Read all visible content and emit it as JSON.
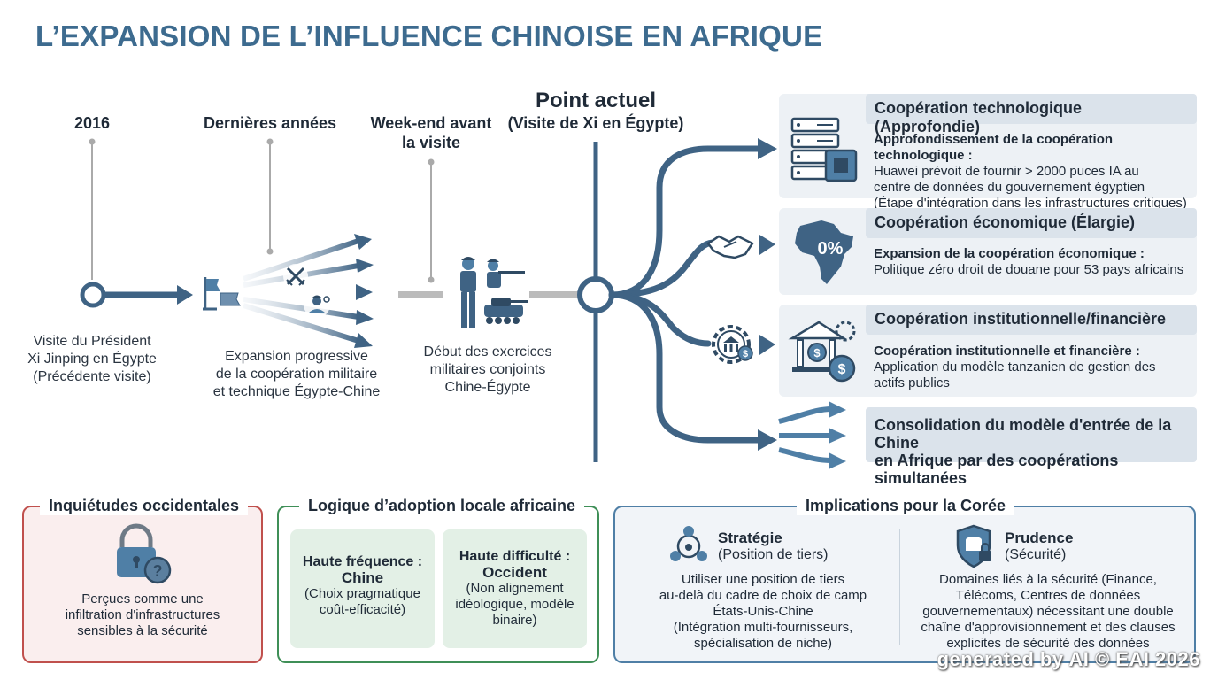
{
  "title": "L’EXPANSION DE L’INFLUENCE CHINOISE EN AFRIQUE",
  "timeline": {
    "y2016": {
      "label": "2016",
      "desc": [
        "Visite du Président",
        "Xi Jinping en Égypte",
        "(Précédente visite)"
      ]
    },
    "recent": {
      "label": "Dernières années",
      "desc": [
        "Expansion progressive",
        "de la coopération militaire",
        "et technique Égypte-Chine"
      ]
    },
    "weekend": {
      "label": [
        "Week-end avant",
        "la visite"
      ],
      "desc": [
        "Début des exercices",
        "militaires conjoints",
        "Chine-Égypte"
      ]
    },
    "now": {
      "label": "Point actuel",
      "sub": "(Visite de Xi en Égypte)"
    }
  },
  "branches": [
    {
      "head": "Coopération technologique (Approfondie)",
      "bold": "Approfondissement de la coopération technologique :",
      "lines": [
        "Huawei prévoit de fournir > 2000 puces IA au",
        "centre de données du gouvernement égyptien",
        "(Étape d'intégration dans les infrastructures critiques)"
      ]
    },
    {
      "head": "Coopération économique (Élargie)",
      "bold": "Expansion de la coopération économique :",
      "lines": [
        "Politique zéro droit de douane pour 53 pays africains"
      ],
      "badge": "0%"
    },
    {
      "head": "Coopération institutionnelle/financière",
      "bold": "Coopération institutionnelle et financière :",
      "lines": [
        "Application du modèle tanzanien de gestion des",
        "actifs publics"
      ]
    },
    {
      "head": [
        "Consolidation du modèle d'entrée de la Chine",
        "en Afrique par des coopérations simultanées"
      ]
    }
  ],
  "western": {
    "title": "Inquiétudes occidentales",
    "lines": [
      "Perçues comme une",
      "infiltration d'infrastructures",
      "sensibles à la sécurité"
    ]
  },
  "local": {
    "title": "Logique d’adoption locale africaine",
    "left": {
      "l1": "Haute fréquence :",
      "l2": "Chine",
      "desc": [
        "(Choix pragmatique",
        "coût-efficacité)"
      ]
    },
    "right": {
      "l1": "Haute difficulté :",
      "l2": "Occident",
      "desc": [
        "(Non alignement",
        "idéologique, modèle",
        "binaire)"
      ]
    }
  },
  "korea": {
    "title": "Implications pour la Corée",
    "strategy": {
      "head": "Stratégie",
      "sub": "(Position de tiers)",
      "lines": [
        "Utiliser une position de tiers",
        "au-delà du cadre de choix de camp",
        "États-Unis-Chine",
        "(Intégration multi-fournisseurs,",
        "spécialisation de niche)"
      ]
    },
    "prudence": {
      "head": "Prudence",
      "sub": "(Sécurité)",
      "lines": [
        "Domaines liés à la sécurité (Finance,",
        "Télécoms, Centres de données",
        "gouvernementaux) nécessitant une double",
        "chaîne d'approvisionnement et des clauses",
        "explicites de sécurité des données"
      ]
    }
  },
  "watermark": "generated by AI © EAI 2026",
  "colors": {
    "primary": "#3f6384",
    "title": "#3d6b8f",
    "red": "#c0504d",
    "green": "#3f8f57",
    "blue": "#4f7fa6"
  }
}
